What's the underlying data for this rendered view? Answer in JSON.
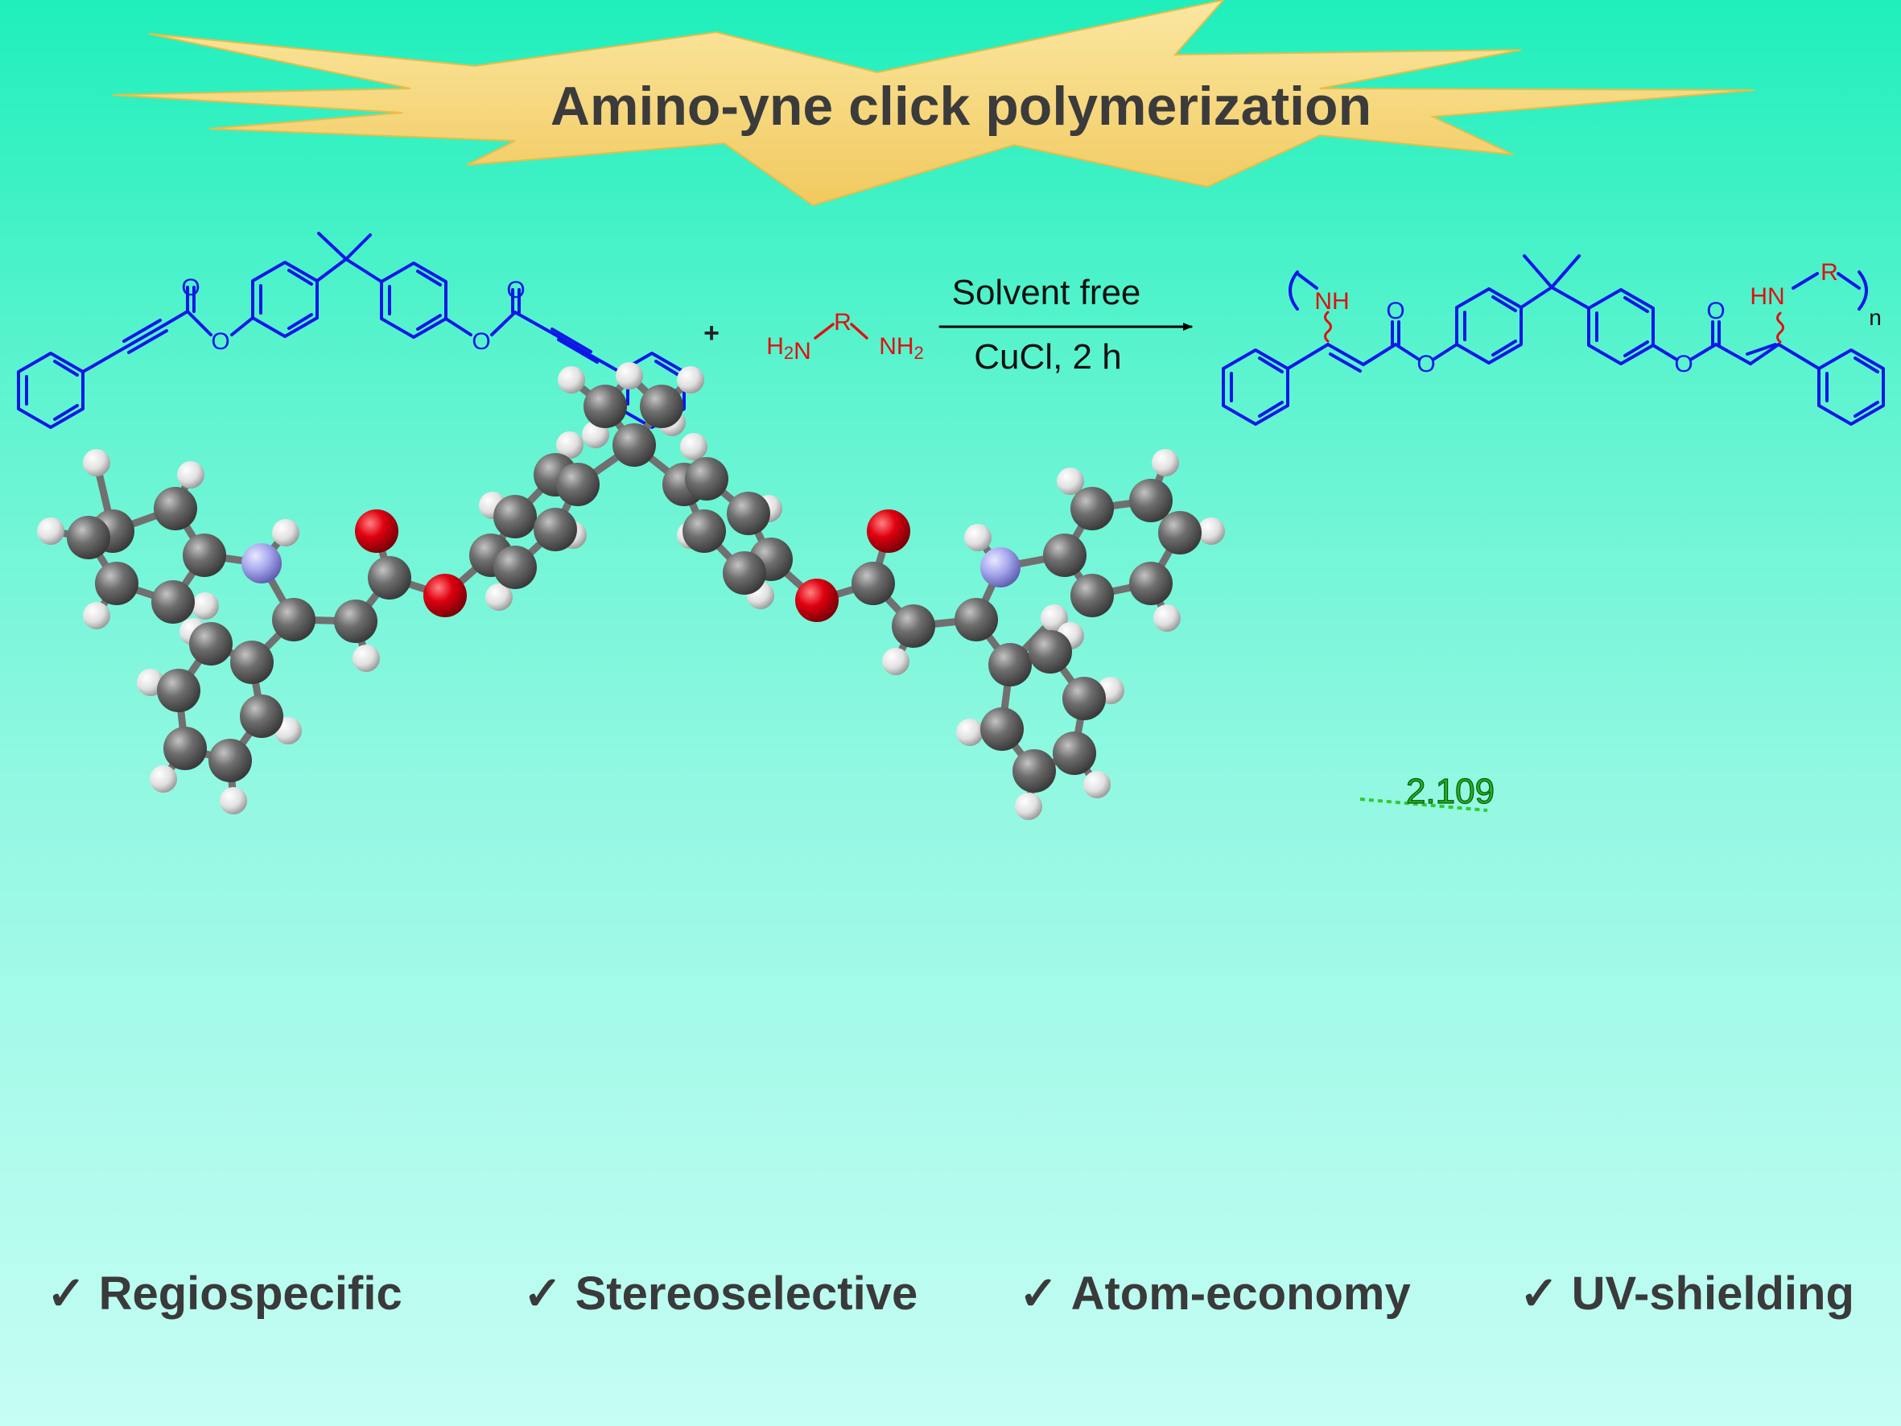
{
  "title": "Amino-yne click polymerization",
  "reaction": {
    "plus": "+",
    "amine": {
      "left": "H2N",
      "r": "R",
      "right": "NH2"
    },
    "condition_top": "Solvent free",
    "condition_bottom": "CuCl, 2 h",
    "product": {
      "nh_left": "NH",
      "hn_right": "HN",
      "r": "R",
      "n": "n"
    },
    "ester_o_label": "O",
    "carbonyl_o_label": "O"
  },
  "hbond_distance": "2.109",
  "features": {
    "check": "✓",
    "items": [
      "Regiospecific",
      "Stereoselective",
      "Atom-economy",
      "UV-shielding"
    ]
  },
  "colors": {
    "background_top": "#20eebc",
    "background_bottom": "#c8fdf4",
    "burst": "#f7d97a",
    "monomer": "#0e18e6",
    "amine": "#e01010",
    "carbon": "#6a6a6a",
    "hydrogen": "#e6e6e6",
    "oxygen": "#dd0010",
    "nitrogen": "#a8a8ee",
    "hbond": "#2ecc2e"
  }
}
